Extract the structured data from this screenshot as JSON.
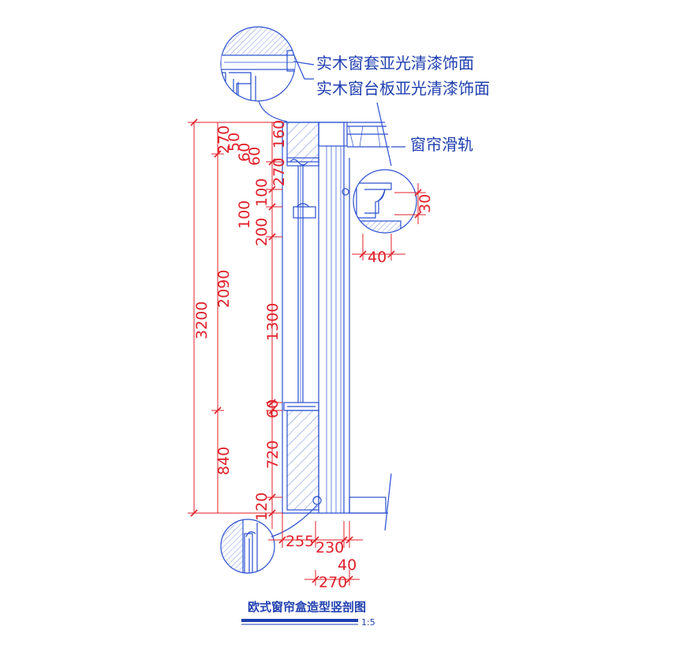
{
  "drawing": {
    "title": "欧式窗帘盒造型竖剖图",
    "scale": "1:5",
    "colors": {
      "outline": "#2a4fd0",
      "dimension": "#e0202a",
      "text": "#1f3fb0"
    }
  },
  "labels": {
    "casing": "实木窗套亚光清漆饰面",
    "sill": "实木窗台板亚光清漆饰面",
    "rail": "窗帘滑轨"
  },
  "dimensions": {
    "total_height": "3200",
    "upper_height": "2090",
    "lower_height": "840",
    "top_270": "270",
    "seg_50": "50",
    "seg_60a": "60",
    "seg_60b": "60",
    "seg_160": "160",
    "seg_270b": "270",
    "seg_100a": "100",
    "seg_100b": "100",
    "seg_200": "200",
    "seg_1300": "1300",
    "seg_60c": "60",
    "seg_720": "720",
    "seg_120": "120",
    "detail_30": "30",
    "detail_40": "40",
    "bottom_255": "255",
    "bottom_230": "230",
    "bottom_40": "40",
    "bottom_270": "270"
  }
}
